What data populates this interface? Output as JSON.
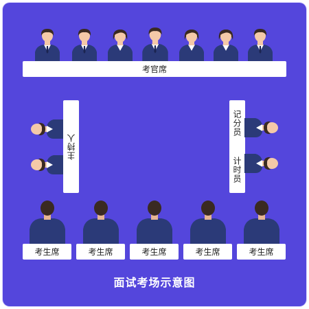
{
  "labels": {
    "examiner_table": "考官席",
    "host_table": "主持人",
    "recorder_table": "记分员",
    "timekeeper_table": "计时员",
    "candidate_tables": [
      "考生席",
      "考生席",
      "考生席",
      "考生席",
      "考生席"
    ],
    "caption": "面试考场示意图"
  },
  "colors": {
    "background": "#5446dc",
    "table": "#ffffff",
    "suit": "#2b3a78",
    "hair": "#3a2a22",
    "skin": "#f4c9a8",
    "shirt": "#ffffff"
  }
}
